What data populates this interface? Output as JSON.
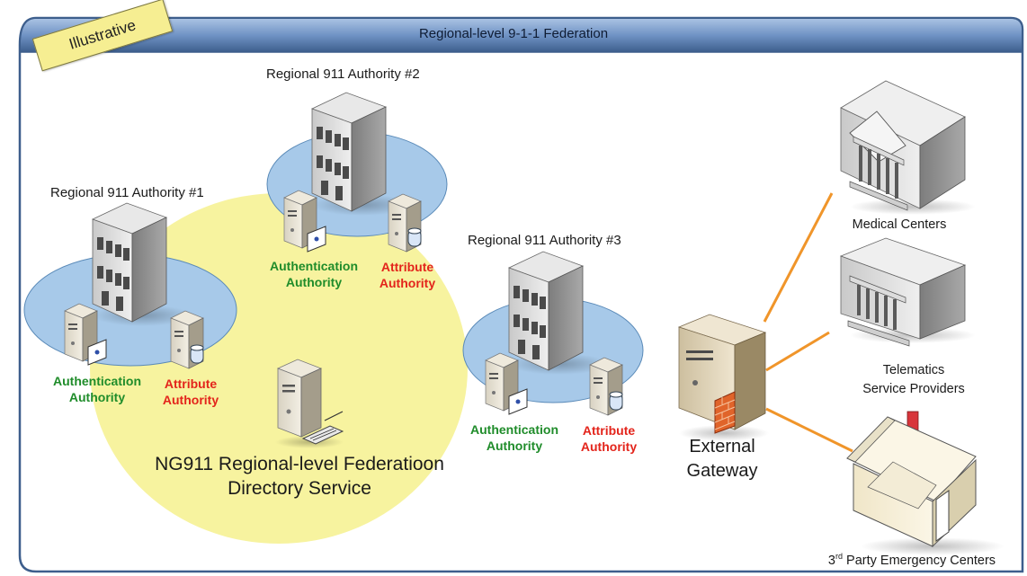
{
  "title": "Regional-level 9-1-1 Federation",
  "tag": "Illustrative",
  "authorities": [
    {
      "label": "Regional 911 Authority #1",
      "authn": [
        "Authentication",
        "Authority"
      ],
      "attr": [
        "Attribute",
        "Authority"
      ]
    },
    {
      "label": "Regional 911 Authority #2",
      "authn": [
        "Authentication",
        "Authority"
      ],
      "attr": [
        "Attribute",
        "Authority"
      ]
    },
    {
      "label": "Regional 911 Authority #3",
      "authn": [
        "Authentication",
        "Authority"
      ],
      "attr": [
        "Attribute",
        "Authority"
      ]
    }
  ],
  "directory": {
    "line1": "NG911 Regional-level Federatioon",
    "line2": "Directory Service"
  },
  "gateway": {
    "line1": "External",
    "line2": "Gateway"
  },
  "partners": {
    "medical": "Medical Centers",
    "telematics": [
      "Telematics",
      "Service Providers"
    ],
    "emergency_prefix": "3",
    "emergency_sup": "rd",
    "emergency_suffix": " Party Emergency Centers"
  },
  "colors": {
    "frame_header": "#3d5e8c",
    "federation_zone": "#f7f39f",
    "authority_zone": "#a7c9e9",
    "links": "#f0952a",
    "authn_text": "#1f8c2a",
    "attr_text": "#e3241b"
  }
}
